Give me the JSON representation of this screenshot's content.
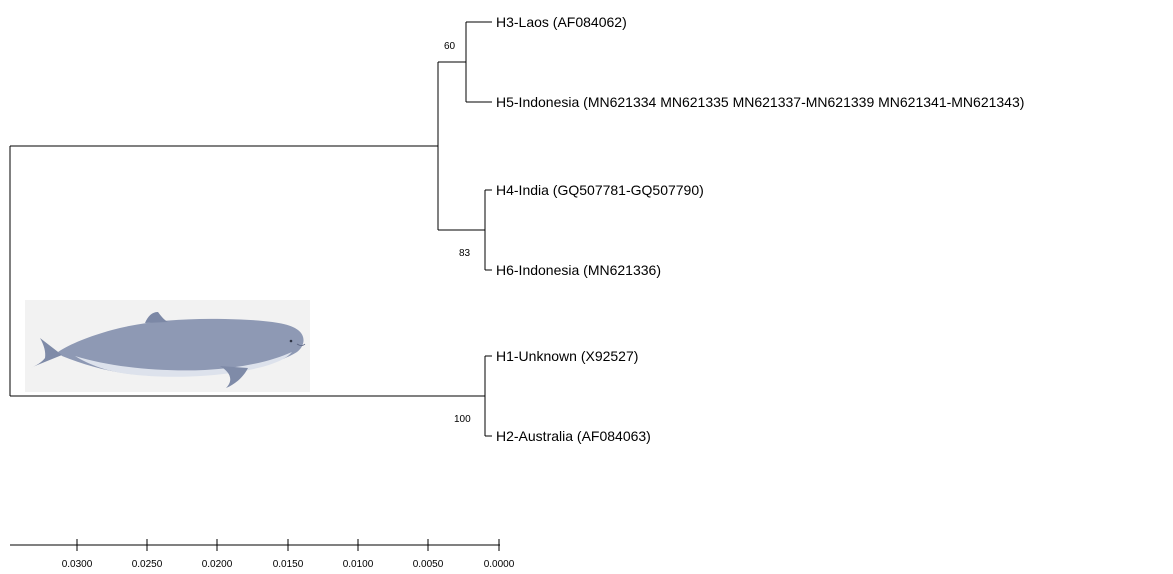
{
  "tree": {
    "leaves": {
      "H3": "H3-Laos (AF084062)",
      "H5": "H5-Indonesia (MN621334 MN621335 MN621337-MN621339 MN621341-MN621343)",
      "H4": "H4-India (GQ507781-GQ507790)",
      "H6": "H6-Indonesia (MN621336)",
      "H1": "H1-Unknown (X92527)",
      "H2": "H2-Australia (AF084063)"
    },
    "support": {
      "laos_indonesia": "60",
      "india_indonesia": "83",
      "unknown_australia": "100"
    }
  },
  "scale": {
    "ticks": [
      "0.0300",
      "0.0250",
      "0.0200",
      "0.0150",
      "0.0100",
      "0.0050",
      "0.0000"
    ]
  },
  "illustration": {
    "subject": "irrawaddy-dolphin",
    "body_color": "#8d98b3",
    "belly_color": "#dfe3ec",
    "background": "#f1f1f1"
  }
}
